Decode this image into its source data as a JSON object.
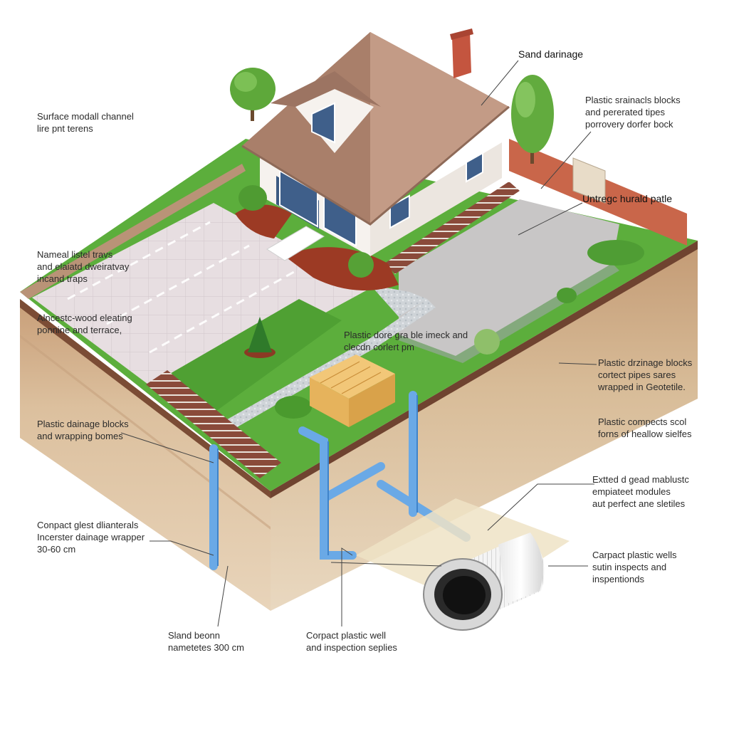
{
  "labels": {
    "sand_drainage": "Sand darinage",
    "plastic_blocks_top": [
      "Plastic srainacls blocks",
      "and pererated tipes",
      "porrovery dorfer bock"
    ],
    "surface_channel": [
      "Surface modall channel",
      "lire pnt terens"
    ],
    "untreg_patle": "Untregc hurald patle",
    "nameal_traps": [
      "Nameal listel travs",
      "and elaiatd dweiratvay",
      "incand traps"
    ],
    "wood_terrace": [
      "Alncestc-wood eleating",
      "ponnine and terrace,"
    ],
    "plastic_center": [
      "Plastic dore gra ble imeck and",
      "clecdn corlert pm"
    ],
    "plastic_blocks_right": [
      "Plastic drzinage blocks",
      "cortect pipes sares",
      "wrapped in Geotetile."
    ],
    "plastic_compects": [
      "Plastic compects scol",
      "forns of heallow sielfes"
    ],
    "plastic_blocks_left": [
      "Plastic dainage blocks",
      "and wrapping bomes"
    ],
    "extted_modules": [
      "Extted d gead mablustc",
      "empiateet modules",
      "aut perfect ane sletiles"
    ],
    "compact_glest": [
      "Conpact glest dlianterals",
      "Incerster dainage wrapper",
      "30-60 cm"
    ],
    "carpact_wells": [
      "Carpact plastic wells",
      "sutin inspects and",
      "inspentionds"
    ],
    "sland_beonn": [
      "Sland beonn",
      "nametetes 300 cm"
    ],
    "corpact_well": [
      "Corpact plastic well",
      "and inspection seplies"
    ]
  },
  "colors": {
    "roof": "#b88e78",
    "wall": "#f6f2ee",
    "lawn": "#5cae3c",
    "paving": "#e6dde0",
    "driveway": "#c8c6c6",
    "soil": "#d9b995",
    "pipe": "#6aa9e6",
    "chimney": "#c4553f",
    "fence": "#c9664a",
    "gravel": "#cfd3d6",
    "leader": "#444444"
  },
  "icons": [
    "house-icon",
    "tree-icon",
    "pipe-icon",
    "drainage-block-icon",
    "inspection-well-icon"
  ]
}
